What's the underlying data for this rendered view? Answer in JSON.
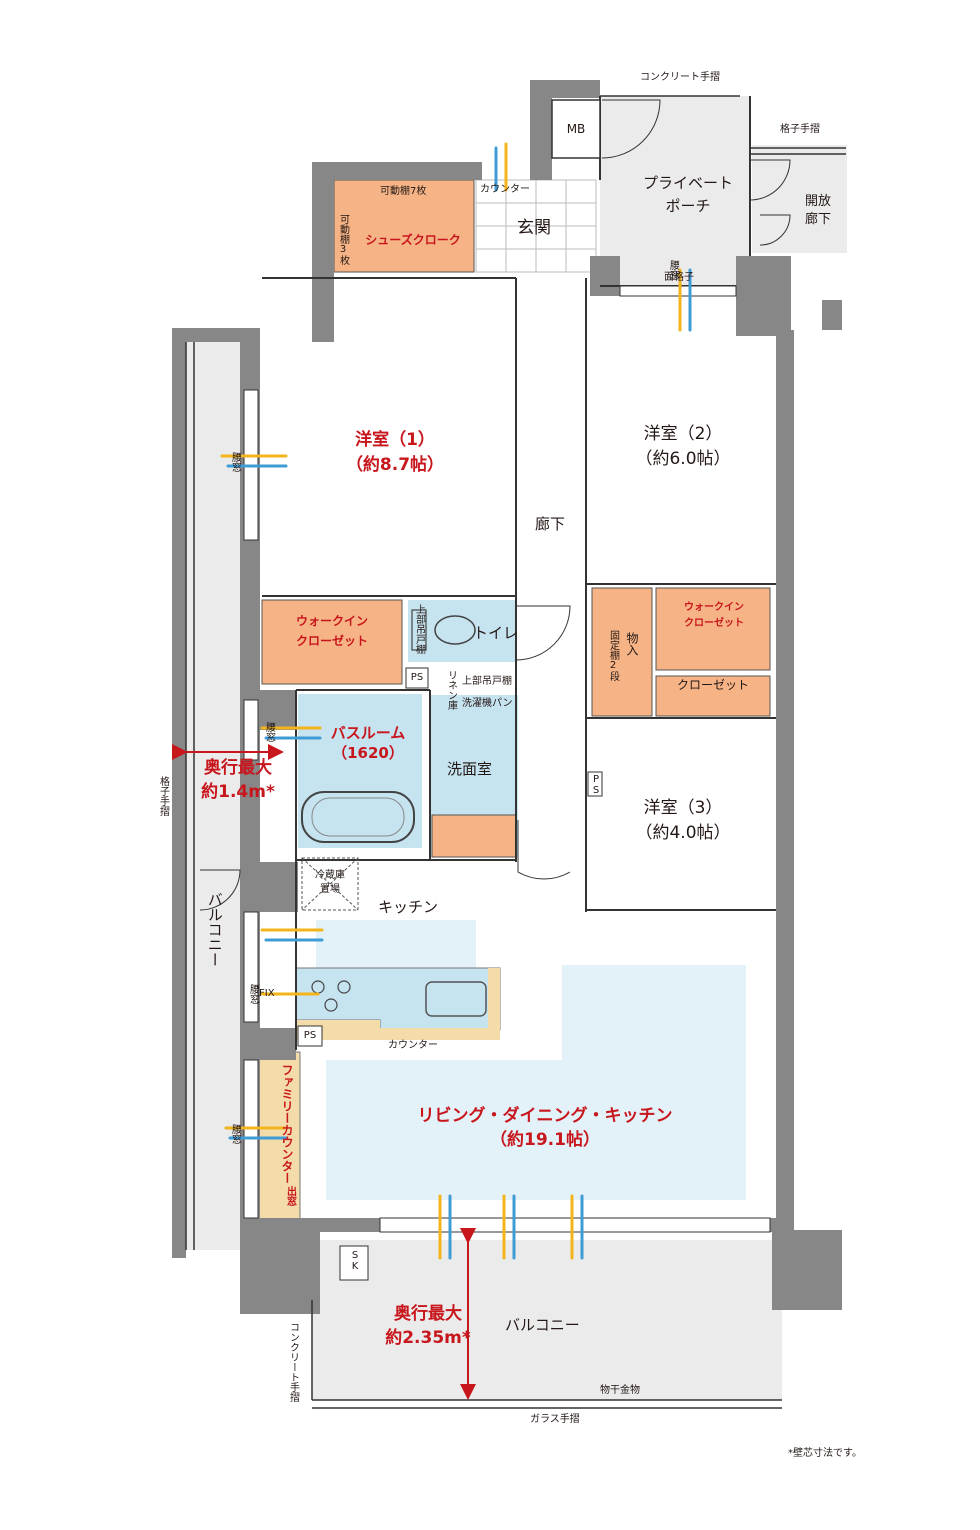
{
  "rooms": {
    "western1": {
      "name": "洋室（1）",
      "size": "（約8.7帖）"
    },
    "western2": {
      "name": "洋室（2）",
      "size": "（約6.0帖）"
    },
    "western3": {
      "name": "洋室（3）",
      "size": "（約4.0帖）"
    },
    "ldk": {
      "name": "リビング・ダイニング・キッチン",
      "size": "（約19.1帖）"
    },
    "kitchen": "キッチン",
    "entrance": "玄関",
    "hallway": "廊下",
    "toilet": "トイレ",
    "washroom": "洗面室",
    "bathroom": {
      "name": "バスルーム",
      "size": "（1620）"
    },
    "shoe_cloak": "シューズクローク",
    "wic1": {
      "line1": "ウォークイン",
      "line2": "クローゼット"
    },
    "wic2": {
      "line1": "ウォークイン",
      "line2": "クローゼット"
    },
    "closet": "クローゼット",
    "storage": "物入",
    "private_porch": {
      "line1": "プライベート",
      "line2": "ポーチ"
    },
    "balcony_side": "バルコニー",
    "balcony_south": "バルコニー",
    "open_corridor": {
      "line1": "開放",
      "line2": "廊下"
    },
    "mb": "MB"
  },
  "annotations": {
    "concrete_rail_top": "コンクリート手摺",
    "lattice_rail_top": "格子手摺",
    "lattice_rail_left": "格子手摺",
    "concrete_rail_bottom": "コンクリート手摺",
    "glass_rail": "ガラス手摺",
    "drying_hardware": "物干金物",
    "counter_entrance": "カウンター",
    "counter_kitchen": "カウンター",
    "shelves7": "可動棚7枚",
    "shelves3": "可動棚3枚",
    "fixed_shelf": "固定棚2段",
    "upper_cabinet_toilet": "上部吊戸棚",
    "linen": "リネン庫",
    "upper_cabinet_wash": "上部吊戸棚",
    "washer_pan": "洗濯機パン",
    "fridge": {
      "line1": "冷蔵庫",
      "line2": "置場"
    },
    "family_counter": "ファミリーカウンター",
    "bay_window": "出窓",
    "waist_window_top": "腰窓",
    "lattice_top": "面格子",
    "waist_window_left1": "腰窓",
    "waist_window_bath": "腰窓",
    "waist_window_kitchen": "腰窓",
    "fix": "FIX",
    "waist_window_left3": "腰窓",
    "ps1": "PS",
    "ps2": "PS",
    "ps3": "PS",
    "sk": "SK",
    "depth_side": {
      "line1": "奥行最大",
      "line2": "約1.4m*"
    },
    "depth_south": {
      "line1": "奥行最大",
      "line2": "約2.35m*"
    },
    "note": "*壁芯寸法です。"
  },
  "colors": {
    "wall": "#878787",
    "storage_orange": "#f6b486",
    "wet_blue": "#c6e3f0",
    "ldk_blue": "#e3f1f9",
    "family_counter": "#f4dcaa",
    "balcony": "#ebebeb",
    "accent_red": "#c8161d",
    "airflow_yellow": "#f3b51b",
    "airflow_blue": "#3e9bd6"
  }
}
